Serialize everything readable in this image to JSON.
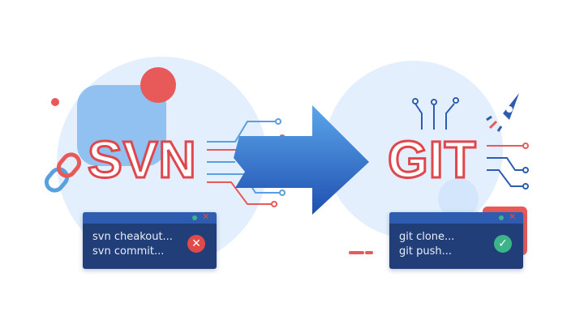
{
  "left": {
    "title": "SVN",
    "commands": [
      "svn cheakout...",
      "svn commit..."
    ],
    "status_icon": "x-icon"
  },
  "right": {
    "title": "GIT",
    "commands": [
      "git clone...",
      "git push..."
    ],
    "status_icon": "check-icon"
  },
  "colors": {
    "red": "#e0474c",
    "blue": "#2e5db0",
    "navy": "#223e78",
    "green": "#3db38a"
  }
}
